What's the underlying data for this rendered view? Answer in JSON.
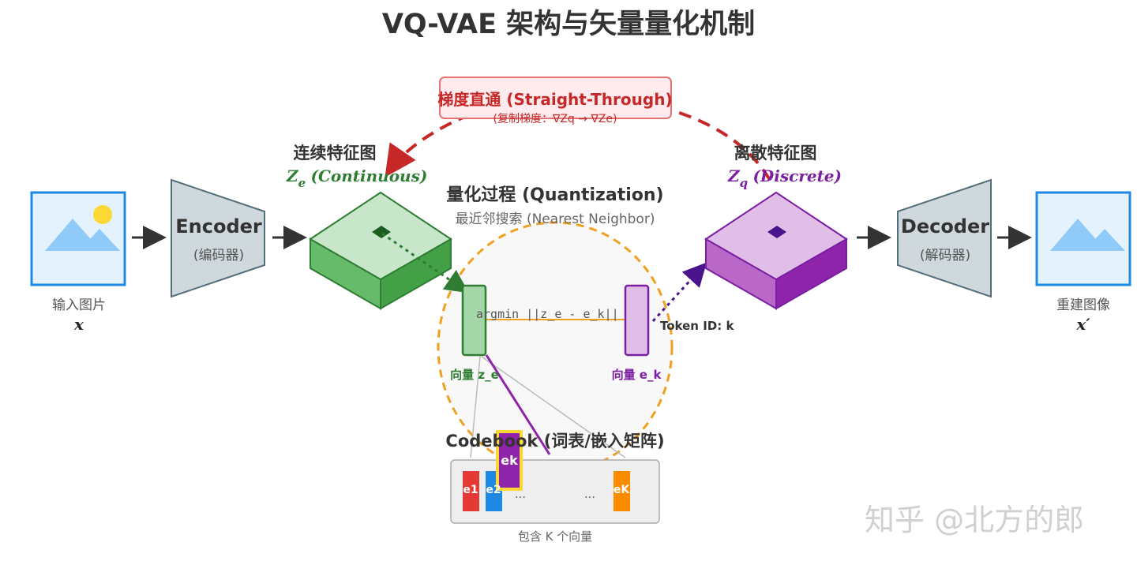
{
  "title": "VQ-VAE 架构与矢量量化机制",
  "input": {
    "label": "输入图片",
    "symbol": "x"
  },
  "encoder": {
    "name": "Encoder",
    "sub": "(编码器)"
  },
  "continuous": {
    "title": "连续特征图",
    "symbol": "Z",
    "subscript": "e",
    "desc": "(Continuous)"
  },
  "straight_through": {
    "title": "梯度直通 (Straight-Through)",
    "desc": "(复制梯度：∇Zq → ∇Ze)"
  },
  "quantization": {
    "title": "量化过程 (Quantization)",
    "subtitle": "最近邻搜索 (Nearest Neighbor)",
    "formula": "argmin ||z_e - e_k||",
    "vector_ze_label": "向量 z_e",
    "vector_ek_label": "向量 e_k",
    "token_label": "Token ID: k"
  },
  "discrete": {
    "title": "离散特征图",
    "symbol": "Z",
    "subscript": "q",
    "desc": "(Discrete)"
  },
  "decoder": {
    "name": "Decoder",
    "sub": "(解码器)"
  },
  "output": {
    "label": "重建图像",
    "symbol": "x′"
  },
  "codebook": {
    "title": "Codebook (词表/嵌入矩阵)",
    "caption": "包含 K 个向量",
    "selected": "ek",
    "entries": [
      "e1",
      "e2",
      "…",
      "…",
      "eK"
    ]
  },
  "watermark": "知乎 @北方的郎",
  "colors": {
    "green": "#2e7d32",
    "green_light": "#c8e6c9",
    "purple": "#7b1fa2",
    "purple_light": "#e1bee7",
    "red": "#c62828",
    "orange": "#f0a020",
    "blue": "#1e88e5",
    "gray": "#cfd8dc"
  }
}
